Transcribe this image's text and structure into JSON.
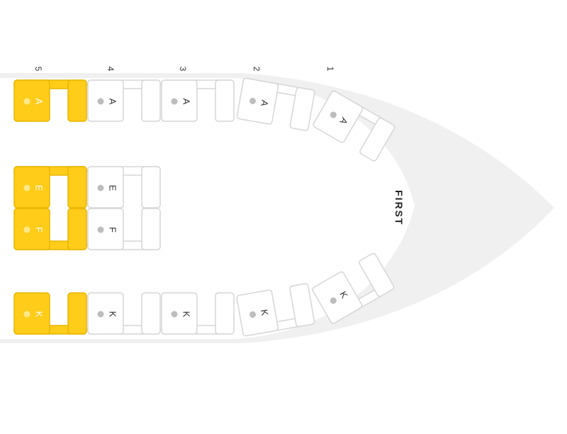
{
  "cabin": {
    "label": "FIRST"
  },
  "rows": [
    "5",
    "4",
    "3",
    "2",
    "1"
  ],
  "colors": {
    "fuselage": "#f0f0f0",
    "seat_available_fill": "#ffffff",
    "seat_available_stroke": "#d6d6d6",
    "seat_selected_fill": "#ffcc1a",
    "seat_selected_stroke": "#e9b500",
    "seat_dot": "#bdbdbd",
    "letter_available": "#333333",
    "letter_selected": "#ffffff"
  },
  "seats": [
    {
      "row": "5",
      "letter": "A",
      "selected": true
    },
    {
      "row": "5",
      "letter": "E",
      "selected": true
    },
    {
      "row": "5",
      "letter": "F",
      "selected": true
    },
    {
      "row": "5",
      "letter": "K",
      "selected": true
    },
    {
      "row": "4",
      "letter": "A",
      "selected": false
    },
    {
      "row": "4",
      "letter": "E",
      "selected": false
    },
    {
      "row": "4",
      "letter": "F",
      "selected": false
    },
    {
      "row": "4",
      "letter": "K",
      "selected": false
    },
    {
      "row": "3",
      "letter": "A",
      "selected": false
    },
    {
      "row": "3",
      "letter": "K",
      "selected": false
    },
    {
      "row": "2",
      "letter": "A",
      "selected": false
    },
    {
      "row": "2",
      "letter": "K",
      "selected": false
    },
    {
      "row": "1",
      "letter": "A",
      "selected": false
    },
    {
      "row": "1",
      "letter": "K",
      "selected": false
    }
  ]
}
